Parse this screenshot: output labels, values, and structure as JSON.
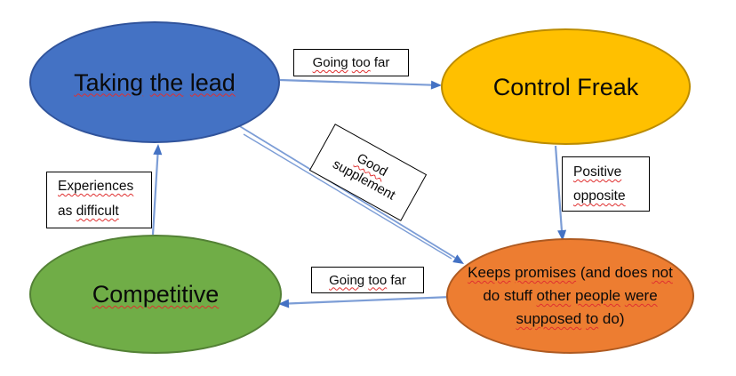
{
  "diagram": {
    "background": "#ffffff",
    "nodes": {
      "taking_the_lead": {
        "label": "Taking the lead",
        "squiggles": [
          1,
          1,
          1
        ],
        "fill": "#4472C4",
        "border": "#30539B"
      },
      "control_freak": {
        "label": "Control Freak",
        "squiggles": [
          0,
          0
        ],
        "fill": "#FFC000",
        "border": "#BC8C00"
      },
      "competitive": {
        "label": "Competitive",
        "squiggles": [
          1
        ],
        "fill": "#70AD47",
        "border": "#538135"
      },
      "keeps_promises": {
        "fill": "#ED7D31",
        "border": "#AE5A21",
        "line1": {
          "label": "Keeps promises (and does not",
          "squiggles": [
            1,
            1,
            0,
            0,
            1
          ]
        },
        "line2": {
          "label": "do stuff other people were",
          "squiggles": [
            0,
            0,
            1,
            1,
            1
          ]
        },
        "line3": {
          "label": "supposed to do)",
          "squiggles": [
            1,
            1,
            0
          ]
        }
      }
    },
    "edge_labels": {
      "going_too_far_top": {
        "label": "Going too far",
        "squiggles": [
          1,
          1,
          0
        ]
      },
      "going_too_far_bottom": {
        "label": "Going too far",
        "squiggles": [
          1,
          1,
          0
        ]
      },
      "positive_opposite": {
        "line1": {
          "label": "Positive",
          "squiggles": [
            1
          ]
        },
        "line2": {
          "label": "opposite",
          "squiggles": [
            1
          ]
        }
      },
      "experiences_as_difficult": {
        "line1": {
          "label": "Experiences",
          "squiggles": [
            1
          ]
        },
        "line2": {
          "label": "as difficult",
          "squiggles": [
            0,
            1
          ]
        }
      },
      "good_supplement": {
        "line1": {
          "label": "Good",
          "squiggles": [
            1
          ]
        },
        "line2": {
          "label": "supplement",
          "squiggles": [
            0
          ]
        }
      }
    },
    "connections": [
      {
        "from": "Taking the lead",
        "to": "Control Freak",
        "label": "Going too far"
      },
      {
        "from": "Taking the lead",
        "to": "Keeps promises",
        "label": "Good supplement"
      },
      {
        "from": "Control Freak",
        "to": "Keeps promises",
        "label": "Positive opposite"
      },
      {
        "from": "Keeps promises",
        "to": "Competitive",
        "label": "Going too far"
      },
      {
        "from": "Competitive",
        "to": "Taking the lead",
        "label": "Experiences as difficult"
      }
    ],
    "colors": {
      "arrow_shaft": "#7C9DD6",
      "arrow_head": "#4472C4",
      "squiggle": "#E03030",
      "label_box_border": "#000000",
      "label_box_fill": "#ffffff",
      "text": "#0a0a0a"
    }
  }
}
